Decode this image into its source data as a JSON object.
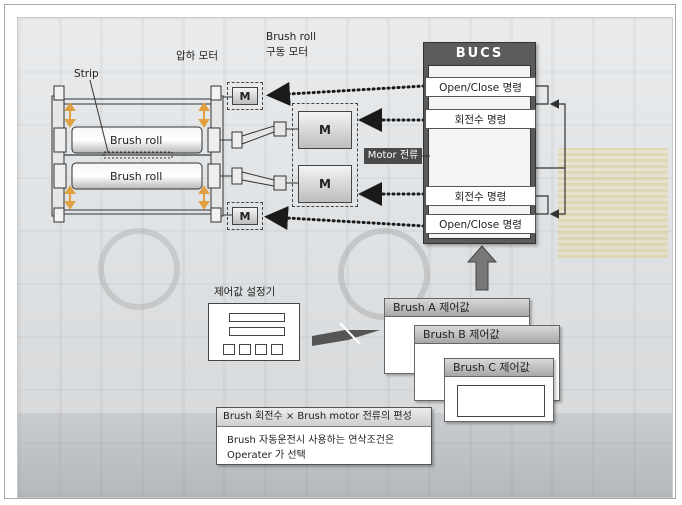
{
  "labels": {
    "strip": "Strip",
    "pressure_motor": "압하 모터",
    "drive_motor_line1": "Brush roll",
    "drive_motor_line2": "구동 모터",
    "brush_roll_top": "Brush roll",
    "brush_roll_bottom": "Brush roll",
    "motor_glyph": "M",
    "motor_current": "Motor 전류",
    "setpoint_device": "제어값 설정기"
  },
  "bucs": {
    "title": "BUCS",
    "commands": [
      "Open/Close 명령",
      "회전수 명령",
      "회전수 명령",
      "Open/Close 명령"
    ]
  },
  "control_cards": [
    "Brush A 제어값",
    "Brush B 제어값",
    "Brush C 제어값"
  ],
  "note": {
    "title": "Brush 회전수 × Brush motor 전류의 편성",
    "line1": "Brush 자동운전시 사용하는 연삭조건은",
    "line2": "Operater 가 선택"
  },
  "colors": {
    "bucs_panel": "#5b5b5b",
    "accent_arrow": "#e0a040",
    "dots": "#1a1a1a"
  }
}
